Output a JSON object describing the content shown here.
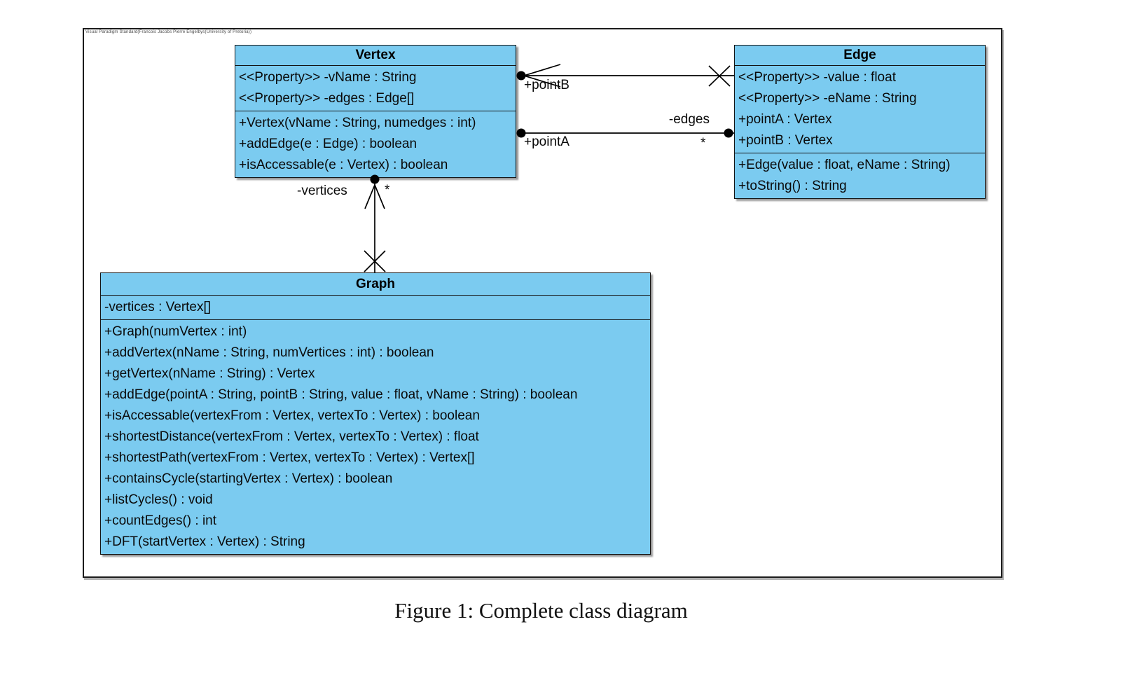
{
  "page": {
    "watermark": "Visual Paradigm Standard(Francois Jacobs  Pierre Engelbys(University of Pretoria))",
    "caption": "Figure 1: Complete class diagram"
  },
  "colors": {
    "class_fill": "#7bcbf0",
    "border": "#141414",
    "background": "#ffffff"
  },
  "classes": {
    "vertex": {
      "name": "Vertex",
      "attributes": [
        "<<Property>> -vName : String",
        "<<Property>> -edges : Edge[]"
      ],
      "methods": [
        "+Vertex(vName : String, numedges : int)",
        "+addEdge(e : Edge) : boolean",
        "+isAccessable(e : Vertex) : boolean"
      ]
    },
    "edge": {
      "name": "Edge",
      "attributes": [
        "<<Property>> -value : float",
        "<<Property>> -eName : String",
        "+pointA : Vertex",
        "+pointB : Vertex"
      ],
      "methods": [
        "+Edge(value : float, eName : String)",
        "+toString() : String"
      ]
    },
    "graph": {
      "name": "Graph",
      "attributes": [
        "-vertices : Vertex[]"
      ],
      "methods": [
        "+Graph(numVertex : int)",
        "+addVertex(nName : String, numVertices : int) : boolean",
        "+getVertex(nName : String) : Vertex",
        "+addEdge(pointA : String, pointB : String, value : float, vName : String) : boolean",
        "+isAccessable(vertexFrom : Vertex, vertexTo : Vertex) : boolean",
        "+shortestDistance(vertexFrom : Vertex, vertexTo : Vertex) : float",
        "+shortestPath(vertexFrom : Vertex, vertexTo : Vertex) : Vertex[]",
        "+containsCycle(startingVertex : Vertex) : boolean",
        "+listCycles() : void",
        "+countEdges() : int",
        "+DFT(startVertex : Vertex) : String"
      ]
    }
  },
  "relations": {
    "pointB": {
      "near_label": "+pointB"
    },
    "pointA": {
      "near_label": "+pointA",
      "far_label": "-edges",
      "far_multiplicity": "*"
    },
    "vertices": {
      "near_label": "-vertices",
      "near_multiplicity": "*"
    }
  }
}
